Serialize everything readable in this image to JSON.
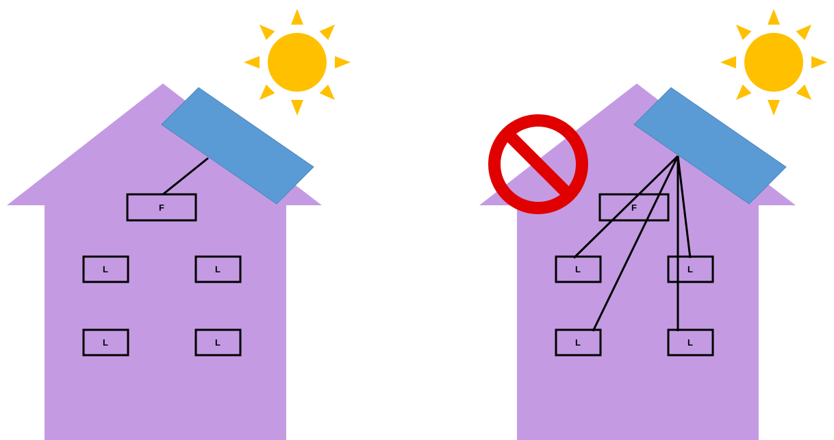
{
  "colors": {
    "house": "#c49be2",
    "panel": "#5b9bd5",
    "panel_edge": "#4a86be",
    "sun": "#ffc000",
    "prohibit": "#e00000",
    "box_stroke": "#000000",
    "wire": "#000000"
  },
  "icons": {
    "sun": "sun-icon",
    "no_entry": "prohibited-icon"
  },
  "left_house": {
    "fuse_box_label": "F",
    "load_labels": [
      "L",
      "L",
      "L",
      "L"
    ]
  },
  "right_house": {
    "fuse_box_label": "F",
    "load_labels": [
      "L",
      "L",
      "L",
      "L"
    ]
  }
}
